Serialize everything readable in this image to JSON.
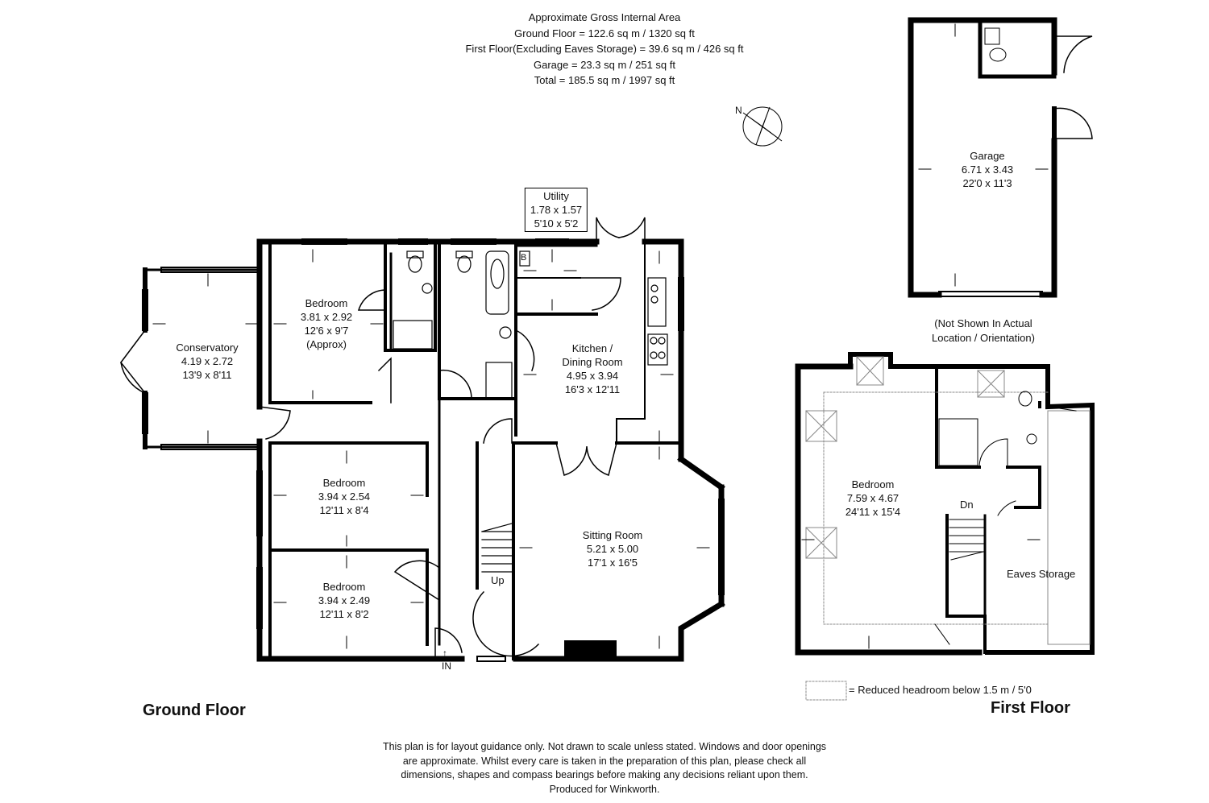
{
  "area_summary": {
    "heading": "Approximate Gross Internal Area",
    "lines": [
      "Ground Floor = 122.6 sq m / 1320 sq ft",
      "First Floor(Excluding Eaves Storage) = 39.6 sq m / 426 sq ft",
      "Garage = 23.3 sq m / 251 sq ft",
      "Total = 185.5 sq m / 1997 sq ft"
    ]
  },
  "compass": {
    "label": "N"
  },
  "rooms": {
    "utility": {
      "name": "Utility",
      "metric": "1.78 x 1.57",
      "imperial": "5'10 x 5'2"
    },
    "conservatory": {
      "name": "Conservatory",
      "metric": "4.19 x 2.72",
      "imperial": "13'9 x 8'11"
    },
    "bedroom_1": {
      "name": "Bedroom",
      "metric": "3.81 x 2.92",
      "imperial": "12'6 x 9'7",
      "note": "(Approx)"
    },
    "kitchen": {
      "name_line1": "Kitchen /",
      "name_line2": "Dining Room",
      "metric": "4.95 x 3.94",
      "imperial": "16'3 x 12'11"
    },
    "bedroom_2": {
      "name": "Bedroom",
      "metric": "3.94 x 2.54",
      "imperial": "12'11 x 8'4"
    },
    "bedroom_3": {
      "name": "Bedroom",
      "metric": "3.94 x 2.49",
      "imperial": "12'11 x 8'2"
    },
    "sitting_room": {
      "name": "Sitting Room",
      "metric": "5.21 x 5.00",
      "imperial": "17'1 x 16'5"
    },
    "garage": {
      "name": "Garage",
      "metric": "6.71 x 3.43",
      "imperial": "22'0 x 11'3"
    },
    "first_bedroom": {
      "name": "Bedroom",
      "metric": "7.59 x 4.67",
      "imperial": "24'11 x 15'4"
    },
    "eaves": {
      "name": "Eaves Storage"
    }
  },
  "markers": {
    "boiler": "B",
    "stairs_up": "Up",
    "stairs_down": "Dn",
    "entrance": "IN"
  },
  "garage_note": {
    "line1": "(Not Shown In Actual",
    "line2": "Location / Orientation)"
  },
  "legend": {
    "text": "=  Reduced headroom below 1.5 m / 5'0"
  },
  "floors": {
    "ground": "Ground Floor",
    "first": "First Floor"
  },
  "disclaimer": {
    "lines": [
      "This plan is for layout guidance only. Not drawn to scale unless stated. Windows and door openings",
      "are approximate. Whilst every care is taken in the preparation of this plan, please check all",
      "dimensions, shapes and compass bearings before making any decisions reliant upon them.",
      "Produced for Winkworth."
    ]
  }
}
